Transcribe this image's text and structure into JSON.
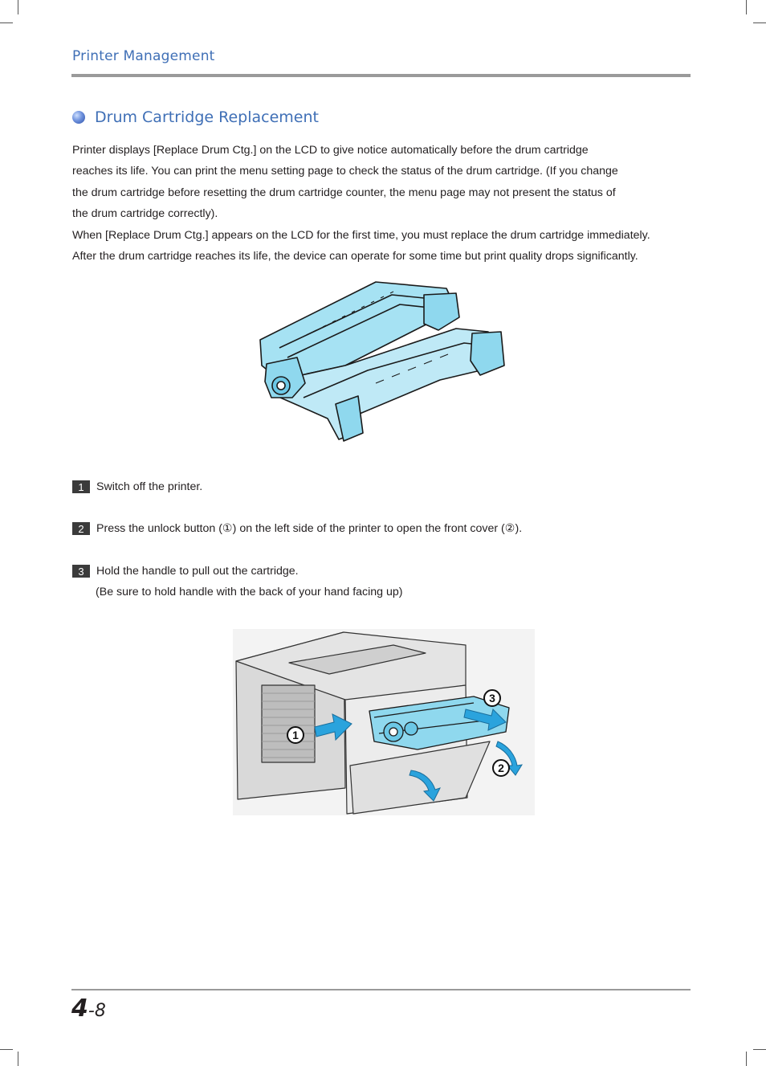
{
  "header": {
    "section_label": "Printer Management"
  },
  "section": {
    "title": "Drum Cartridge Replacement"
  },
  "intro": {
    "lines": [
      "Printer displays [Replace Drum Ctg.] on the LCD to give notice automatically before the drum cartridge",
      "reaches its life. You can print the menu setting page to check the status of the drum cartridge. (If you change",
      "the drum cartridge before resetting the drum cartridge counter, the menu page may not present the status of",
      "the drum cartridge correctly).",
      "When [Replace Drum Ctg.] appears on the LCD for the first time, you must replace the drum cartridge immediately.",
      "After the drum cartridge reaches its life, the device can operate for some time but print quality drops significantly."
    ]
  },
  "steps": [
    {
      "number": "1",
      "text": "Switch off the printer."
    },
    {
      "number": "2",
      "text": "Press the unlock button (①) on the left side of the printer to open the front cover (②)."
    },
    {
      "number": "3",
      "text": "Hold the handle to pull out the cartridge.",
      "subtext": "(Be sure to hold handle with the back of your hand facing up)"
    }
  ],
  "figure2": {
    "callouts": [
      "1",
      "2",
      "3"
    ]
  },
  "footer": {
    "chapter": "4",
    "page": "-8"
  },
  "colors": {
    "accent": "#3f6fb6",
    "illustration_blue": "#8fd8ee",
    "arrow_blue": "#2aa3dd",
    "rule_gray": "#9a9a9a"
  }
}
